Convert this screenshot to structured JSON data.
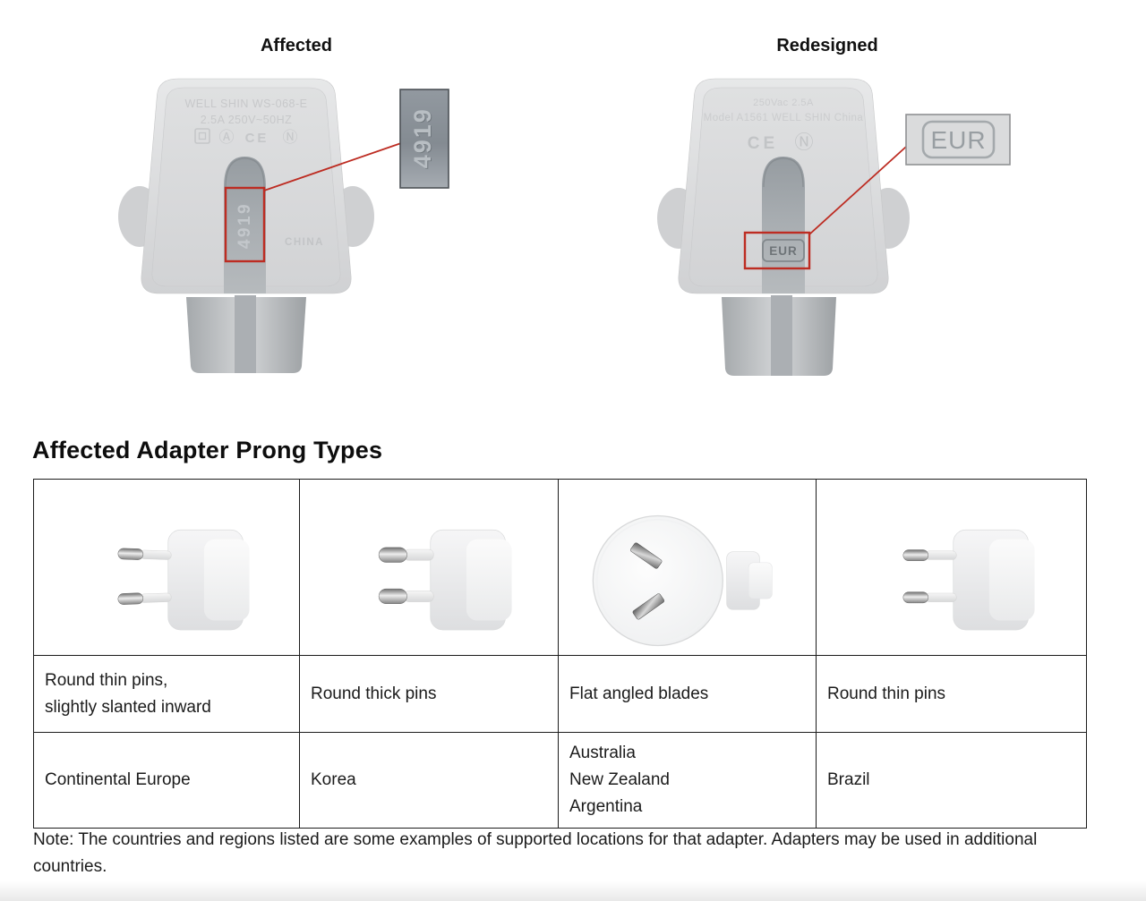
{
  "comparison": {
    "annotation_color": "#bd2c22",
    "affected": {
      "title": "Affected",
      "print_line1": "WELL SHIN WS-068-E",
      "print_line2": "2.5A 250V~50HZ",
      "cert_marks": {
        "a": "Ⓐ",
        "ce": "CE",
        "n": "Ⓝ"
      },
      "china_label": "CHINA",
      "slot_marking": "4919",
      "callout_marking": "4919"
    },
    "redesigned": {
      "title": "Redesigned",
      "print_line1": "250Vac  2.5A",
      "print_line2": "Model A1561  WELL SHIN  China",
      "cert_marks": {
        "ce": "CE",
        "n": "Ⓝ"
      },
      "slot_marking": "EUR",
      "callout_marking": "EUR"
    }
  },
  "section_title": "Affected Adapter Prong Types",
  "prong_table": {
    "columns": [
      {
        "plug_icon": "europe-thin-pin-plug-icon",
        "description": [
          "Round thin pins,",
          "slightly slanted inward"
        ],
        "regions": [
          "Continental Europe"
        ]
      },
      {
        "plug_icon": "korea-thick-pin-plug-icon",
        "description": [
          "Round thick pins"
        ],
        "regions": [
          "Korea"
        ]
      },
      {
        "plug_icon": "australia-angled-blade-plug-icon",
        "description": [
          "Flat angled blades"
        ],
        "regions": [
          "Australia",
          "New Zealand",
          "Argentina"
        ]
      },
      {
        "plug_icon": "brazil-thin-pin-plug-icon",
        "description": [
          "Round thin pins"
        ],
        "regions": [
          "Brazil"
        ]
      }
    ]
  },
  "note": "Note: The countries and regions listed are some examples of supported locations for that adapter. Adapters may be used in additional countries."
}
